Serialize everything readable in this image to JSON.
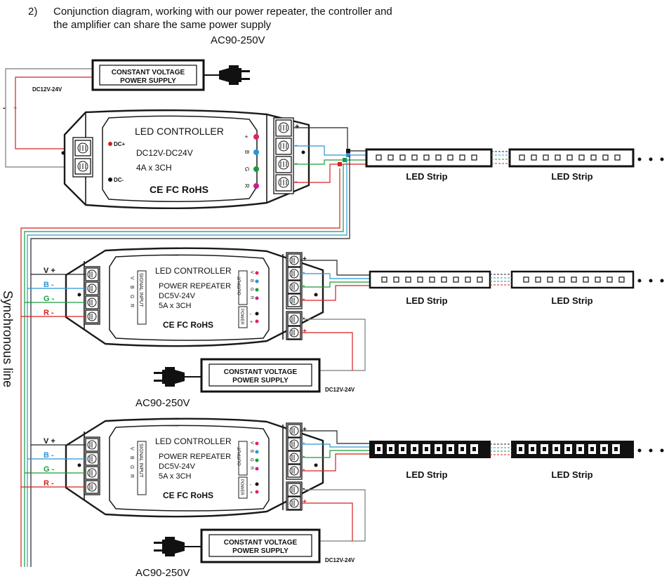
{
  "heading": {
    "number": "2)",
    "line1": "Conjunction diagram, working with our power repeater, the controller and",
    "line2": "the amplifier can share the same power supply"
  },
  "ac_top": "AC90-250V",
  "psu": {
    "line1": "CONSTANT VOLTAGE",
    "line2": "POWER SUPPLY",
    "dc": "DC12V-24V"
  },
  "controller": {
    "title": "LED CONTROLLER",
    "spec1": "DC12V-DC24V",
    "spec2": "4A x 3CH",
    "certs": "CE FC RoHS",
    "dc_plus": "DC+",
    "dc_minus": "DC-",
    "psu_minus": "-",
    "psu_plus": "+",
    "out_labels": [
      "+",
      "B",
      "G",
      "R"
    ],
    "term_signs": [
      "+",
      "-",
      "-",
      "-"
    ]
  },
  "repeater": {
    "title": "LED CONTROLLER",
    "subtitle": "POWER REPEATER",
    "spec1": "DC5V-24V",
    "spec2": "5A x 3CH",
    "certs": "CE FC RoHS",
    "signal_input": "SIGNAL INPUT",
    "signal_letters": [
      "V",
      "B",
      "G",
      "R"
    ],
    "output_label": "OUTPUT",
    "output_letters": [
      "V",
      "B",
      "G",
      "R"
    ],
    "power_label": "POWER",
    "power_signs": [
      "-",
      "+"
    ],
    "input_labels": [
      "V +",
      "B -",
      "G -",
      "R -"
    ],
    "out_signs": [
      "+",
      "-",
      "-",
      "-"
    ],
    "pwr_signs": [
      "-",
      "+"
    ]
  },
  "ac_low": "AC90-250V",
  "strip_label": "LED Strip",
  "sync_label": "Synchronous line",
  "colors": {
    "red": "#d32020",
    "green": "#1a9a3a",
    "blue": "#2a95d4",
    "black": "#222222"
  }
}
